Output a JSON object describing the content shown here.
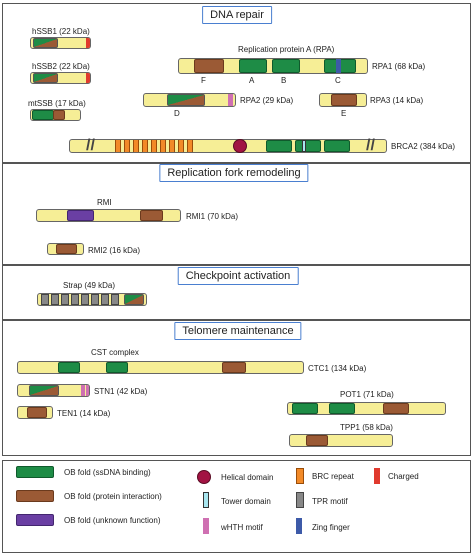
{
  "sections": {
    "dna_repair": "DNA repair",
    "fork_remodeling": "Replication fork remodeling",
    "checkpoint": "Checkpoint activation",
    "telomere": "Telomere maintenance"
  },
  "proteins": {
    "hssb1": "hSSB1 (22 kDa)",
    "hssb2": "hSSB2 (22 kDa)",
    "mtssb": "mtSSB (17 kDa)",
    "rpa_title": "Replication protein A (RPA)",
    "rpa1": "RPA1 (68 kDa)",
    "rpa2": "RPA2 (29 kDa)",
    "rpa3": "RPA3 (14 kDa)",
    "brca2": "BRCA2 (384 kDa)",
    "rmi_title": "RMI",
    "rmi1": "RMI1 (70 kDa)",
    "rmi2": "RMI2 (16 kDa)",
    "strap": "Strap (49 kDa)",
    "cst_title": "CST complex",
    "ctc1": "CTC1 (134 kDa)",
    "stn1": "STN1 (42 kDa)",
    "ten1": "TEN1 (14 kDa)",
    "pot1": "POT1 (71 kDa)",
    "tpp1": "TPP1 (58 kDa)"
  },
  "rpa_domains": {
    "f": "F",
    "a": "A",
    "b": "B",
    "c": "C",
    "d": "D",
    "e": "E"
  },
  "legend": {
    "ob_ss": "OB fold (ssDNA binding)",
    "ob_pi": "OB fold (protein interaction)",
    "ob_uk": "OB fold (unknown function)",
    "helical": "Helical domain",
    "brc": "BRC repeat",
    "charged": "Charged",
    "tower": "Tower domain",
    "tpr": "TPR motif",
    "whth": "wHTH motif",
    "zinc": "Zing finger"
  },
  "colors": {
    "ob_ssdna": "#1e8c46",
    "ob_protein": "#9b5a35",
    "ob_unknown": "#6a3fa3",
    "helical": "#a21343",
    "brc": "#f28a28",
    "charged": "#e03a2e",
    "tower": "#a8e6ef",
    "tpr": "#888888",
    "whth": "#cf70b2",
    "zinc": "#3d5aa8",
    "protein_body": "#f6ee96",
    "title_border": "#4a7fd0"
  }
}
